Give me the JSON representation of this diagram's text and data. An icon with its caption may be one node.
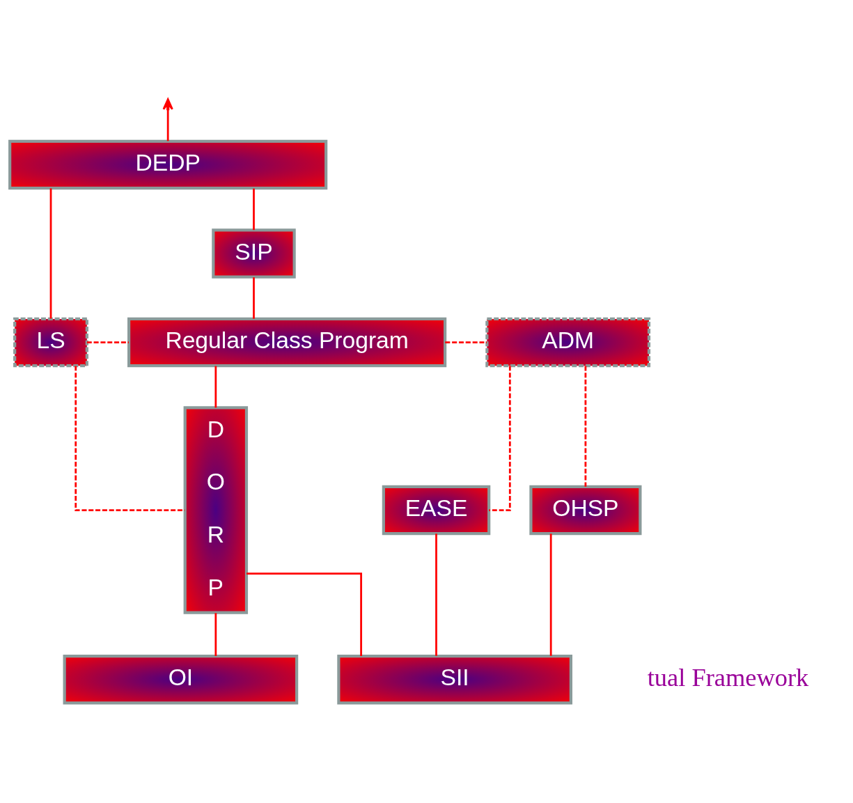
{
  "diagram": {
    "nodes": [
      {
        "text": [
          "DEDP"
        ]
      },
      {
        "text": [
          "SIP"
        ]
      },
      {
        "text": [
          "LS"
        ]
      },
      {
        "text": [
          "Regular Class Program"
        ]
      },
      {
        "text": [
          "ADM"
        ]
      },
      {
        "text": [
          "OHSP"
        ]
      },
      {
        "text": [
          "EASE"
        ]
      },
      {
        "text": [
          "D O R P"
        ]
      },
      {
        "text": [
          "SII"
        ]
      },
      {
        "text": [
          "OI"
        ]
      }
    ],
    "edges": [
      {
        "from": 0,
        "to": null,
        "arrow": "to"
      },
      {
        "from": 0,
        "to": 1,
        "arrow": "none"
      },
      {
        "from": 0,
        "to": 2,
        "arrow": "none"
      },
      {
        "from": 1,
        "to": 3,
        "arrow": "none"
      },
      {
        "from": 2,
        "to": 3,
        "arrow": "none",
        "style": "dashed"
      },
      {
        "from": 3,
        "to": 4,
        "arrow": "none",
        "style": "dashed"
      },
      {
        "from": 3,
        "to": 7,
        "arrow": "none"
      },
      {
        "from": 4,
        "to": 5,
        "arrow": "none",
        "style": "dashed"
      },
      {
        "from": 4,
        "to": 6,
        "arrow": "none",
        "style": "dashed"
      },
      {
        "from": 2,
        "to": 7,
        "arrow": "none",
        "style": "dashed"
      },
      {
        "from": 5,
        "to": 8,
        "arrow": "none"
      },
      {
        "from": 6,
        "to": 8,
        "arrow": "none"
      },
      {
        "from": 7,
        "to": 8,
        "arrow": "none"
      },
      {
        "from": 7,
        "to": 9,
        "arrow": "none"
      }
    ],
    "labels": [
      "tual Framework"
    ]
  }
}
